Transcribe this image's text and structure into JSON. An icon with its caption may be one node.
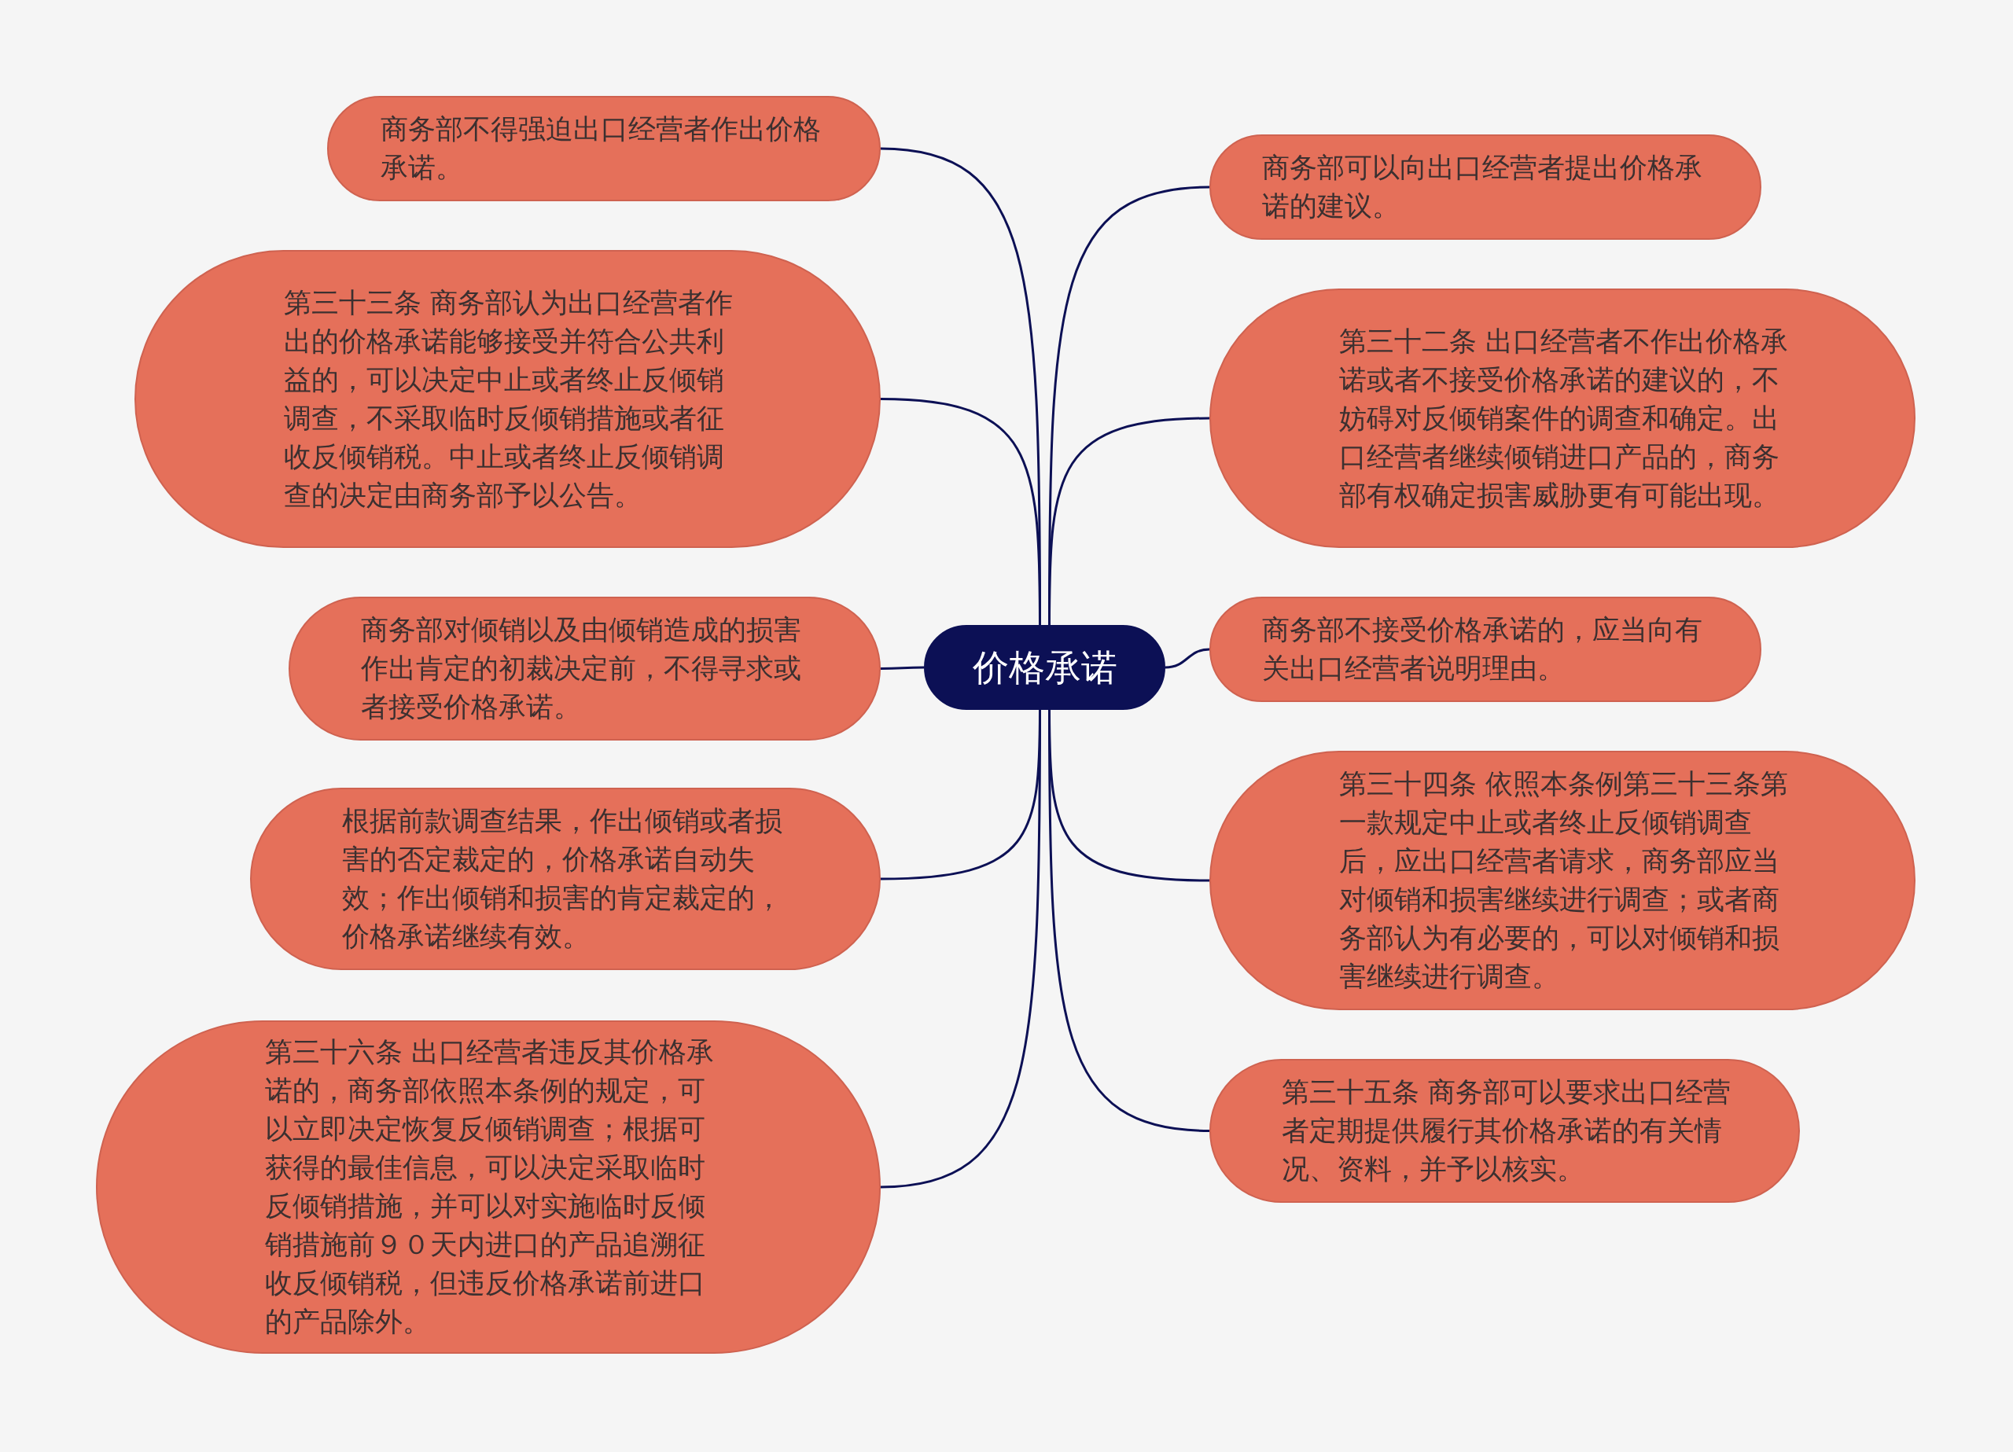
{
  "diagram": {
    "nodes": [
      {
        "text": [
          "价格承诺"
        ]
      },
      {
        "text": [
          "商务部不得强迫出口经营者作出价格承诺。"
        ]
      },
      {
        "text": [
          "第三十三条 商务部认为出口经营者作出的价格承诺能够接受并符合公共利益的，可以决定中止或者终止反倾销调查，不采取临时反倾销措施或者征收反倾销税。中止或者终止反倾销调查的决定由商务部予以公告。"
        ]
      },
      {
        "text": [
          "商务部对倾销以及由倾销造成的损害作出肯定的初裁决定前，不得寻求或者接受价格承诺。"
        ]
      },
      {
        "text": [
          "根据前款调查结果，作出倾销或者损害的否定裁定的，价格承诺自动失效；作出倾销和损害的肯定裁定的，价格承诺继续有效。"
        ]
      },
      {
        "text": [
          "第三十六条 出口经营者违反其价格承诺的，商务部依照本条例的规定，可以立即决定恢复反倾销调查；根据可获得的最佳信息，可以决定采取临时反倾销措施，并可以对实施临时反倾销措施前９０天内进口的产品追溯征收反倾销税，但违反价格承诺前进口的产品除外。"
        ]
      },
      {
        "text": [
          "商务部可以向出口经营者提出价格承诺的建议。"
        ]
      },
      {
        "text": [
          "第三十二条 出口经营者不作出价格承诺或者不接受价格承诺的建议的，不妨碍对反倾销案件的调查和确定。出口经营者继续倾销进口产品的，商务部有权确定损害威胁更有可能出现。"
        ]
      },
      {
        "text": [
          "商务部不接受价格承诺的，应当向有关出口经营者说明理由。"
        ]
      },
      {
        "text": [
          "第三十四条 依照本条例第三十三条第一款规定中止或者终止反倾销调查后，应出口经营者请求，商务部应当对倾销和损害继续进行调查；或者商务部认为有必要的，可以对倾销和损害继续进行调查。"
        ]
      },
      {
        "text": [
          "第三十五条 商务部可以要求出口经营者定期提供履行其价格承诺的有关情况、资料，并予以核实。"
        ]
      }
    ],
    "edges": [
      {
        "from": 0,
        "to": 1,
        "arrow": "none"
      },
      {
        "from": 0,
        "to": 2,
        "arrow": "none"
      },
      {
        "from": 0,
        "to": 3,
        "arrow": "none"
      },
      {
        "from": 0,
        "to": 4,
        "arrow": "none"
      },
      {
        "from": 0,
        "to": 5,
        "arrow": "none"
      },
      {
        "from": 0,
        "to": 6,
        "arrow": "none"
      },
      {
        "from": 0,
        "to": 7,
        "arrow": "none"
      },
      {
        "from": 0,
        "to": 8,
        "arrow": "none"
      },
      {
        "from": 0,
        "to": 9,
        "arrow": "none"
      },
      {
        "from": 0,
        "to": 10,
        "arrow": "none"
      }
    ]
  }
}
